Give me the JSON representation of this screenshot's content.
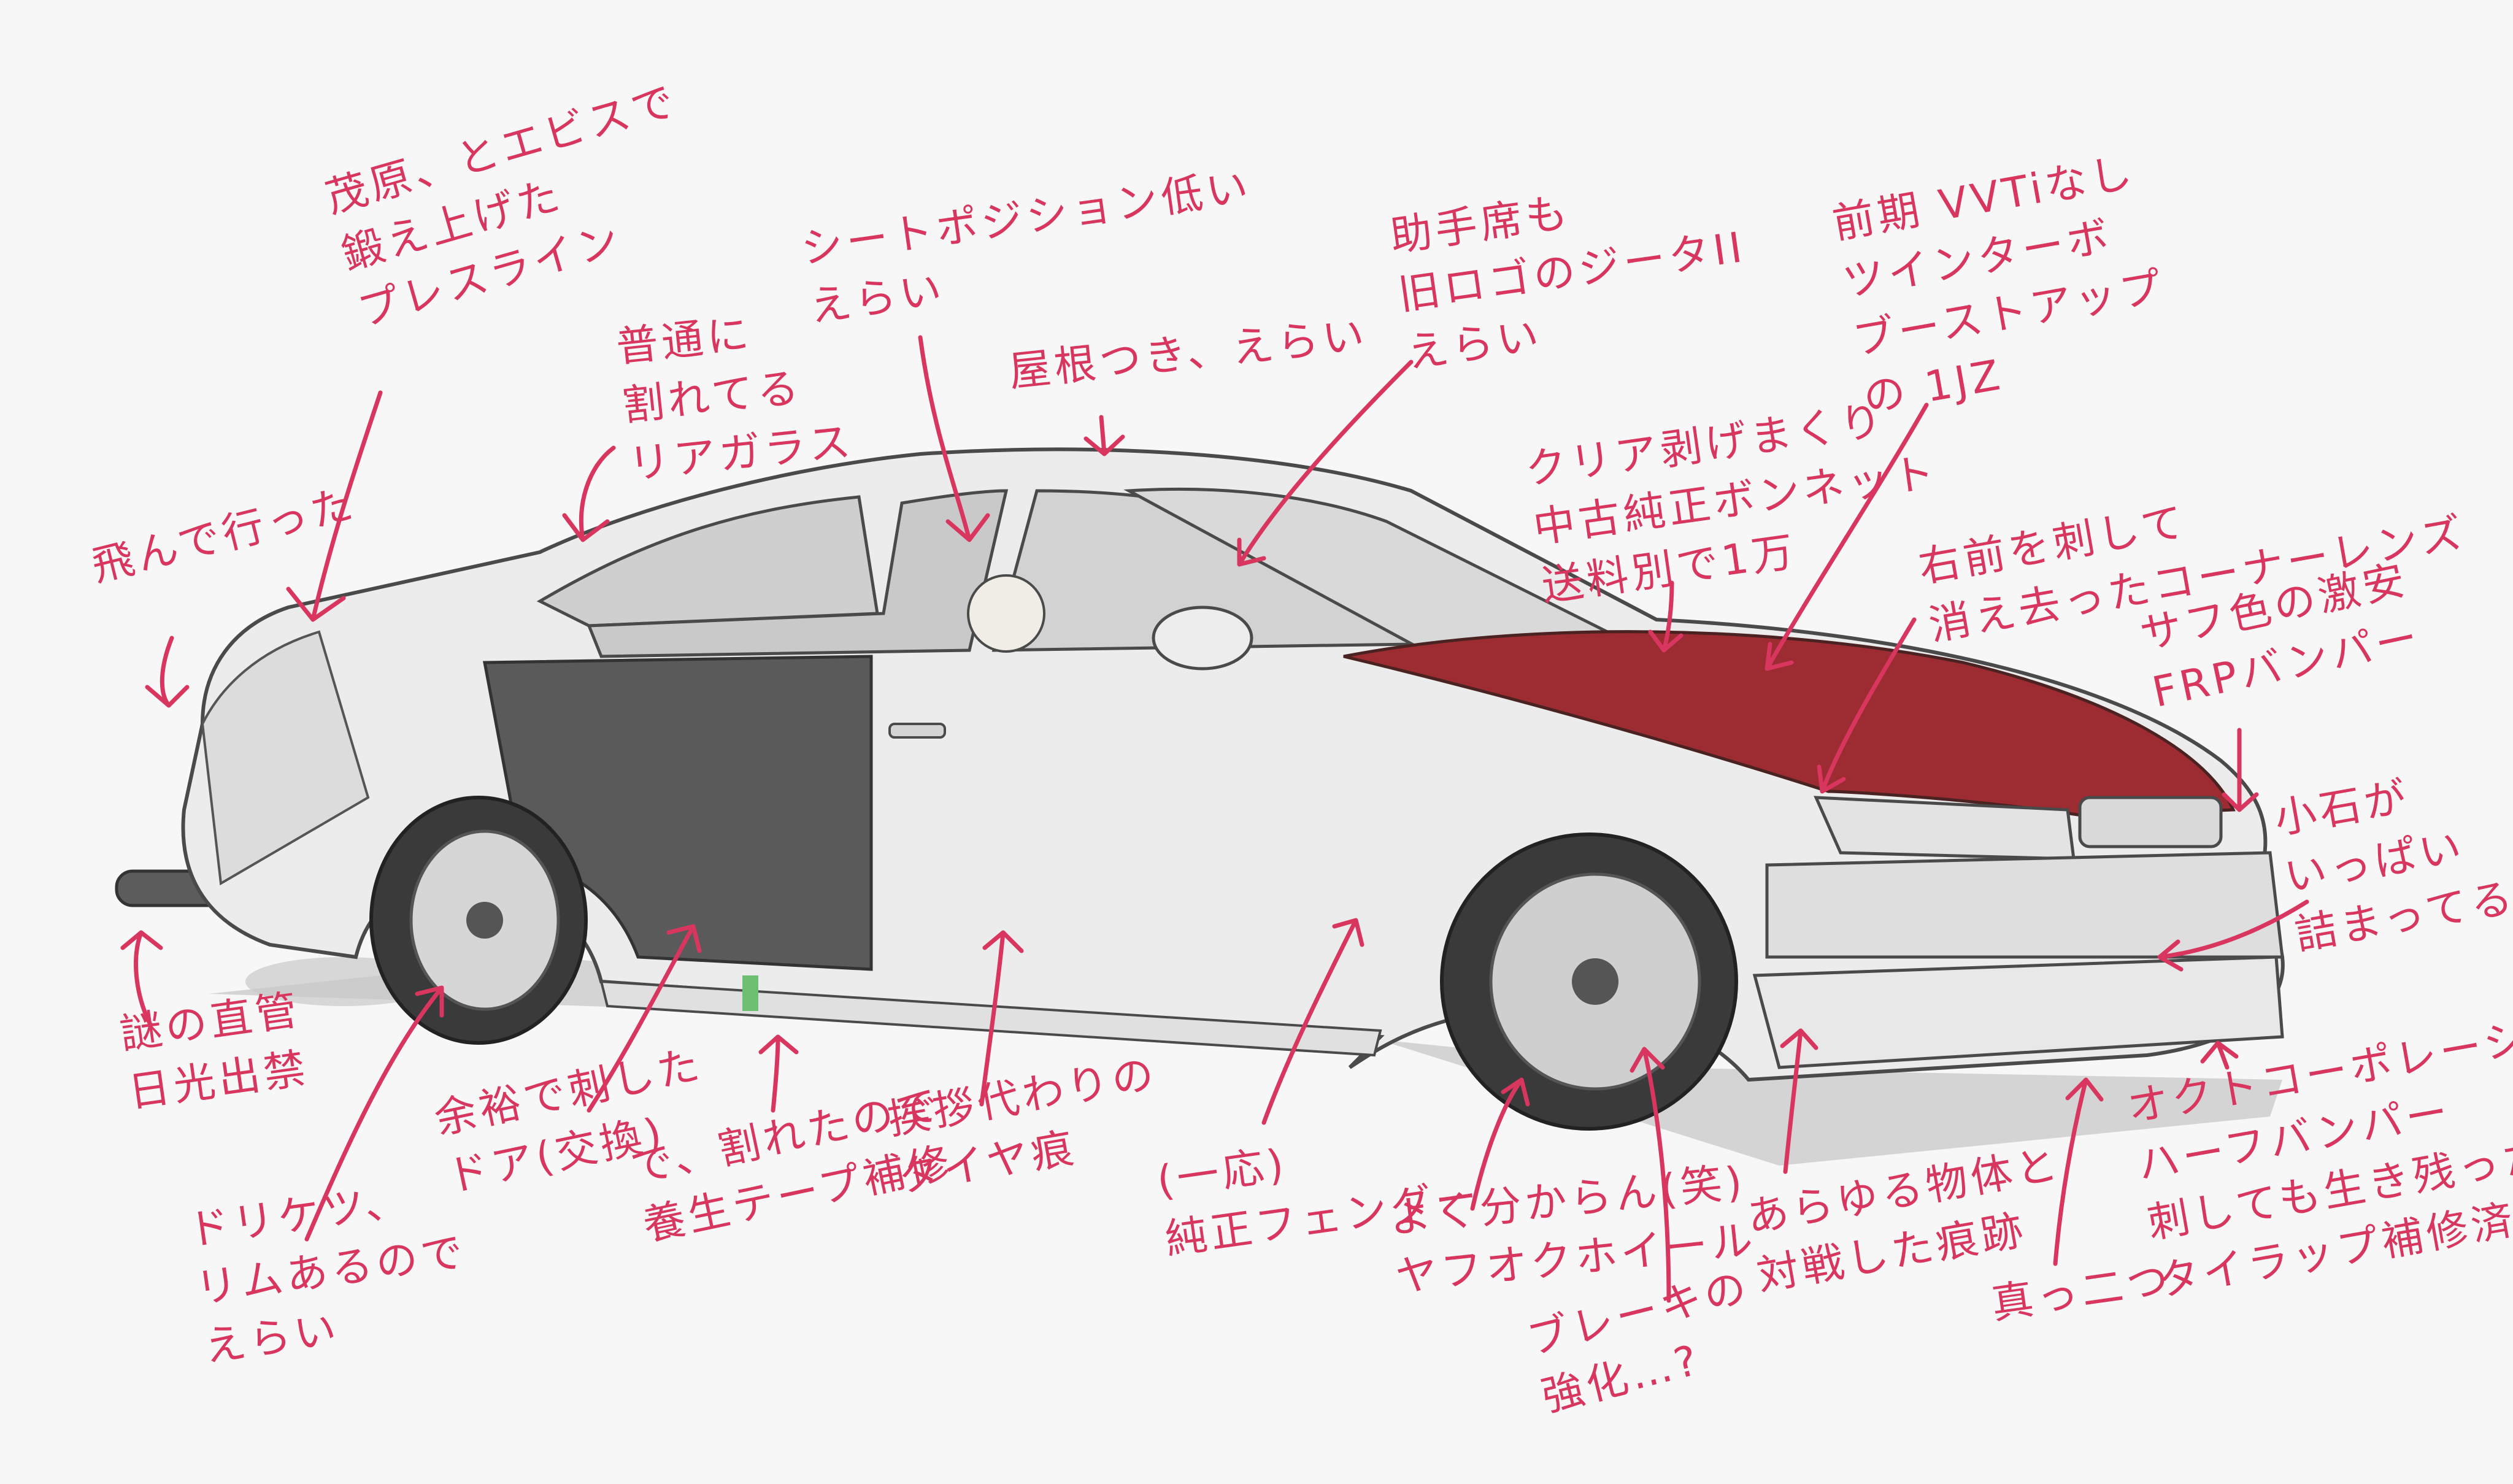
{
  "palette": {
    "annotation": "#d8365e",
    "car_body": "#ececec",
    "car_outline": "#4a4a4a",
    "hood": "#9c2b32",
    "black_door": "#5a5a5a",
    "tire": "#3a3a3a",
    "shadow": "#d6d6d6"
  },
  "annotations": [
    {
      "id": "press-line",
      "text": "茂原、とエビスで\n鍛え上げた\nプレスライン"
    },
    {
      "id": "cracked-glass",
      "text": "普通に\n割れてる\nリアガラス"
    },
    {
      "id": "flew-away",
      "text": "飛んで行った"
    },
    {
      "id": "mystery-pipe",
      "text": "謎の直管\n日光出禁"
    },
    {
      "id": "drift-rim",
      "text": "ドリケツ、\nリムあるので\nえらい"
    },
    {
      "id": "spare-door",
      "text": "余裕で刺した\nドア(交換)"
    },
    {
      "id": "tape-repair",
      "text": "で、割れたので\n養生テープ補修"
    },
    {
      "id": "greeting-tire",
      "text": "挨拶代わりの\nタイヤ痕"
    },
    {
      "id": "seat-position",
      "text": "シートポジション低い\nえらい"
    },
    {
      "id": "roof",
      "text": "屋根つき、えらい"
    },
    {
      "id": "passenger-seat",
      "text": "助手席も\n旧ロゴのジータII\nえらい"
    },
    {
      "id": "engine",
      "text": "前期 VVTiなし\nツインターボ\nブーストアップ\nの 1JZ"
    },
    {
      "id": "bonnet",
      "text": "クリア剥げまくり\n中古純正ボンネット\n送料別で1万"
    },
    {
      "id": "corner-lens",
      "text": "右前を刺して\n消え去ったコーナーレンズ"
    },
    {
      "id": "frp-bumper",
      "text": "サフ色の激安\nFRPバンパー"
    },
    {
      "id": "pebbles",
      "text": "小石が\nいっぱい\n詰まってる"
    },
    {
      "id": "fender",
      "text": "(一応)\n純正フェンダー"
    },
    {
      "id": "wheel",
      "text": "よく分からん(笑)\nヤフオクホイール"
    },
    {
      "id": "brake",
      "text": "ブレーキの\n強化…?"
    },
    {
      "id": "impact-marks",
      "text": "あらゆる物体と\n対戦した痕跡"
    },
    {
      "id": "split",
      "text": "真っ二つ"
    },
    {
      "id": "half-bumper",
      "text": "オクトコーポレーションの\nハーフバンパー\n刺しても生き残ったので\nタイラップ補修済"
    }
  ]
}
